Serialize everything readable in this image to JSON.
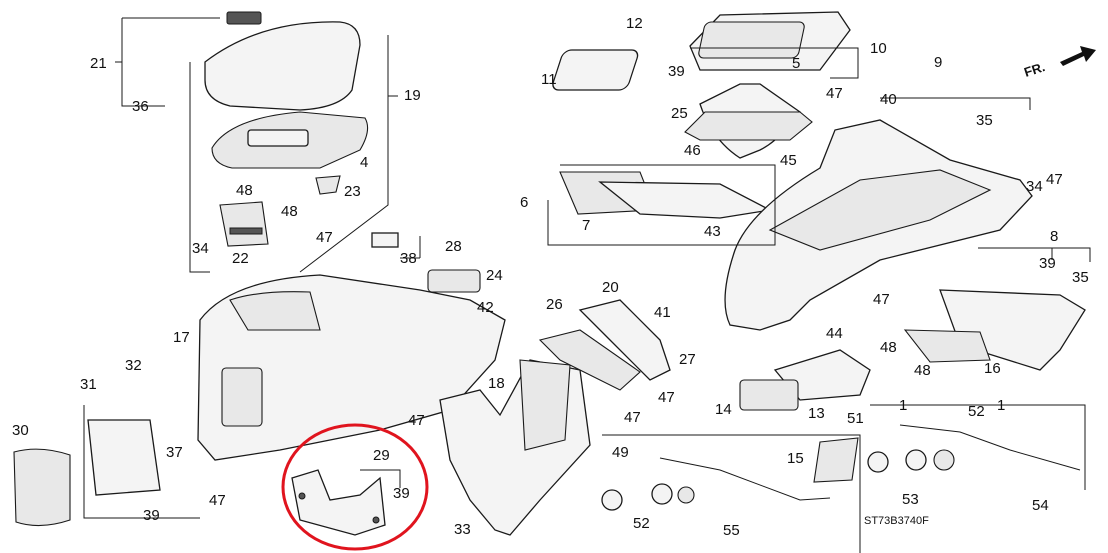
{
  "diagram": {
    "drawing_code": "ST73B3740F",
    "direction_label": "FR.",
    "highlight_color": "#e0141e",
    "callouts": [
      "1",
      "4",
      "5",
      "6",
      "7",
      "8",
      "9",
      "10",
      "11",
      "12",
      "13",
      "14",
      "15",
      "16",
      "17",
      "18",
      "20",
      "21",
      "22",
      "23",
      "24",
      "25",
      "26",
      "27",
      "28",
      "29",
      "30",
      "31",
      "32",
      "33",
      "34",
      "35",
      "36",
      "37",
      "38",
      "39",
      "40",
      "41",
      "42",
      "43",
      "44",
      "45",
      "46",
      "47",
      "48",
      "49",
      "51",
      "52",
      "53",
      "54",
      "55",
      "19"
    ]
  }
}
